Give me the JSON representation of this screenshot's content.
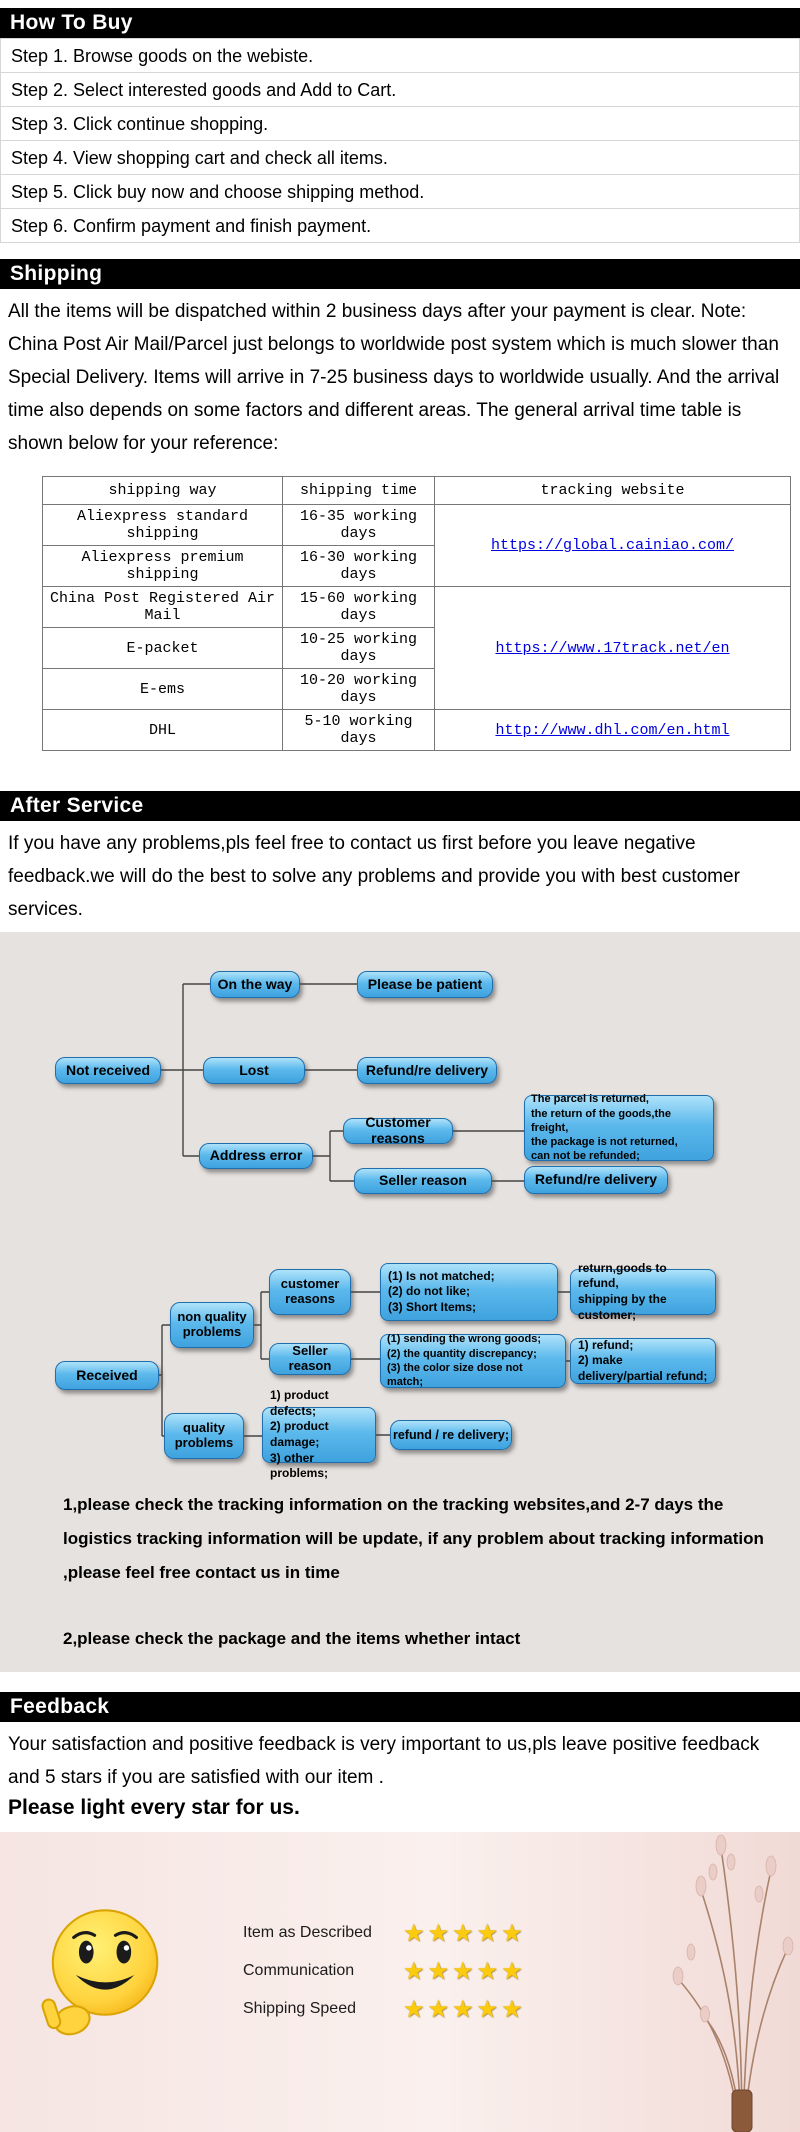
{
  "sections": {
    "how_to_buy": {
      "title": "How To Buy",
      "steps": [
        "Step 1. Browse goods on the webiste.",
        "Step 2. Select interested goods and Add to Cart.",
        "Step 3. Click continue shopping.",
        "Step 4. View shopping cart and check all items.",
        "Step 5. Click buy now and choose shipping method.",
        "Step 6. Confirm payment and finish payment."
      ]
    },
    "shipping": {
      "title": "Shipping",
      "paragraph": "All the items will be dispatched within 2 business days after your payment is clear. Note: China Post Air Mail/Parcel just belongs to worldwide post system which is much slower than Special Delivery. Items will arrive in 7-25 business days to worldwide usually. And the arrival time also depends on some factors and different areas. The general arrival time table is shown below for your reference:",
      "table": {
        "headers": [
          "shipping way",
          "shipping time",
          "tracking website"
        ],
        "rows": [
          [
            "Aliexpress standard shipping",
            "16-35 working days"
          ],
          [
            "Aliexpress premium shipping",
            "16-30 working days"
          ],
          [
            "China Post Registered Air Mail",
            "15-60 working days"
          ],
          [
            "E-packet",
            "10-25 working days"
          ],
          [
            "E-ems",
            "10-20 working days"
          ],
          [
            "DHL",
            "5-10 working days"
          ]
        ],
        "tracking_links": [
          {
            "label": "https://global.cainiao.com/",
            "rowspan": 2
          },
          {
            "label": "https://www.17track.net/en",
            "rowspan": 3
          },
          {
            "label": "http://www.dhl.com/en.html",
            "rowspan": 1
          }
        ]
      }
    },
    "after_service": {
      "title": "After Service",
      "paragraph": "If you have any problems,pls feel free to contact us first before you leave negative feedback.we will do the best to solve any problems and provide you with best customer services."
    },
    "feedback": {
      "title": "Feedback",
      "paragraph": "Your satisfaction and positive feedback is very important to us,pls leave positive feedback and 5 stars if you are satisfied with our item .",
      "slogan": "Please light every star for us."
    }
  },
  "flowchart": {
    "boxes": {
      "on_the_way": "On the way",
      "please_be_patient": "Please be patient",
      "not_received": "Not received",
      "lost": "Lost",
      "refund_re_delivery_1": "Refund/re delivery",
      "customer_reasons_1": "Customer reasons",
      "parcel_returned": "The parcel is returned,\nthe return of the goods,the freight,\nthe package is not returned,\ncan not be refunded;",
      "address_error": "Address error",
      "seller_reason_1": "Seller reason",
      "refund_re_delivery_2": "Refund/re delivery",
      "customer_reasons_2": "customer\nreasons",
      "not_matched": "(1) Is not matched;\n(2) do not like;\n(3) Short Items;",
      "return_goods": "return,goods to refund,\nshipping by the customer;",
      "non_quality_problems": "non quality\nproblems",
      "seller_reason_2": "Seller reason",
      "wrong_goods": "(1) sending the wrong goods;\n(2) the quantity discrepancy;\n(3) the color size dose not match;",
      "refund_partial": "1) refund;\n2) make delivery/partial refund;",
      "received": "Received",
      "quality_problems": "quality\nproblems",
      "product_defects": "1) product defects;\n2) product damage;\n3) other problems;",
      "refund_re_delivery_3": "refund / re delivery;"
    },
    "notes": [
      "1,please check the tracking information on the tracking websites,and 2-7 days the logistics tracking information will be update, if any problem about tracking information ,please feel free contact us in time",
      "2,please check the package and the items whether intact"
    ]
  },
  "feedback_banner": {
    "star_char": "★",
    "ratings": [
      {
        "label": "Item as Described",
        "stars_count": 5,
        "stars": "★★★★★"
      },
      {
        "label": "Communication",
        "stars_count": 5,
        "stars": "★★★★★"
      },
      {
        "label": "Shipping Speed",
        "stars_count": 5,
        "stars": "★★★★★"
      }
    ]
  },
  "colors": {
    "header_bar_bg": "#000000",
    "header_bar_text": "#ffffff",
    "link_blue": "#0000e0",
    "flow_box_blue": "#5cb9ec",
    "flow_box_border": "#1f6fae",
    "flowchart_bg": "#e6e2df",
    "star_gold": "#fccb0d",
    "banner_pink": "#f5e0dc",
    "smiley_yellow": "#ffd33d"
  }
}
